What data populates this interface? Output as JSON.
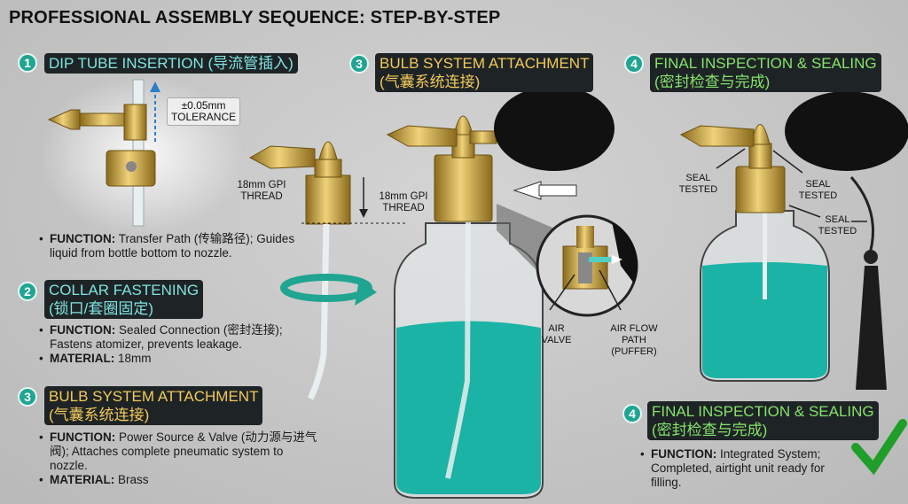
{
  "title": "PROFESSIONAL ASSEMBLY SEQUENCE: STEP-BY-STEP",
  "steps": [
    {
      "num": "1",
      "title": "DIP TUBE INSERTION (导流管插入)",
      "function_label": "FUNCTION:",
      "function": "Transfer Path (传输路径); Guides liquid from bottle bottom to nozzle."
    },
    {
      "num": "2",
      "title": "COLLAR FASTENING",
      "title_cn": "(锁口/套圈固定)",
      "function_label": "FUNCTION:",
      "function": "Sealed Connection (密封连接); Fastens atomizer, prevents leakage.",
      "material_label": "MATERIAL:",
      "material": "18mm"
    },
    {
      "num": "3",
      "title": "BULB SYSTEM ATTACHMENT",
      "title_cn": "(气囊系统连接)",
      "function_label": "FUNCTION:",
      "function": "Power Source & Valve (动力源与进气阀); Attaches complete pneumatic system to nozzle.",
      "material_label": "MATERIAL:",
      "material": "Brass"
    },
    {
      "num": "4",
      "title": "FINAL INSPECTION & SEALING",
      "title_cn": "(密封检查与完成)",
      "function_label": "FUNCTION:",
      "function": "Integrated System; Completed, airtight unit ready for filling."
    }
  ],
  "labels": {
    "tolerance_value": "±0.05mm",
    "tolerance": "TOLERANCE",
    "thread1": "18mm GPI THREAD",
    "thread2": "18mm GPI THREAD",
    "air_valve": "AIR VALVE",
    "air_flow": "AIR FLOW PATH (PUFFER)",
    "seal1": "SEAL TESTED",
    "seal2": "SEAL TESTED",
    "seal3": "SEAL TESTED"
  },
  "colors": {
    "teal": "#1fa592",
    "liquid": "#1bb3a6",
    "brass": "#c9a23c",
    "bulb": "#111111"
  }
}
